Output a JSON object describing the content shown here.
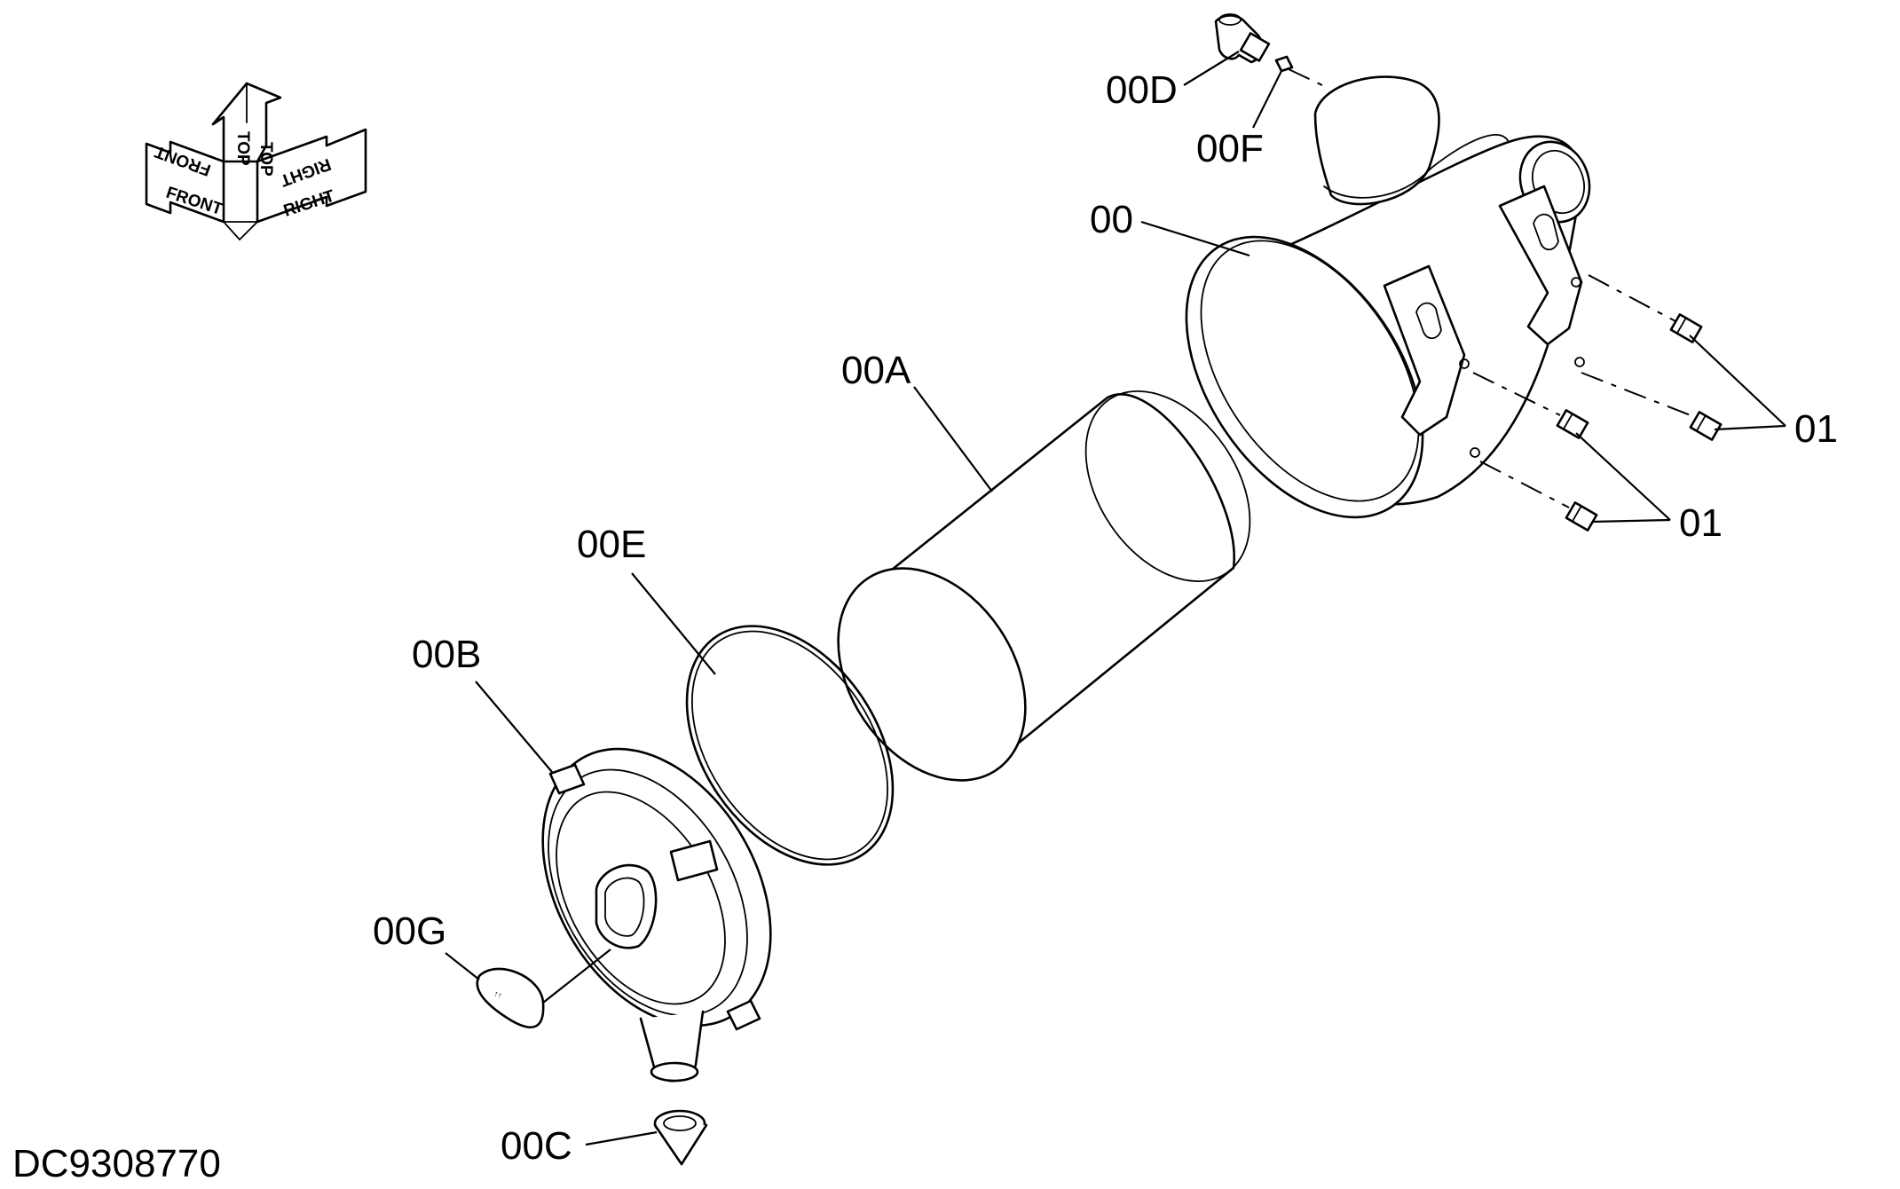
{
  "drawing_id": "DC9308770",
  "orientation_labels": {
    "front": "FRONT",
    "top": "TOP",
    "right": "RIGHT"
  },
  "callouts": {
    "c00": "00",
    "c00A": "00A",
    "c00B": "00B",
    "c00C": "00C",
    "c00D": "00D",
    "c00E": "00E",
    "c00F": "00F",
    "c00G": "00G",
    "c01_upper": "01",
    "c01_lower": "01"
  }
}
